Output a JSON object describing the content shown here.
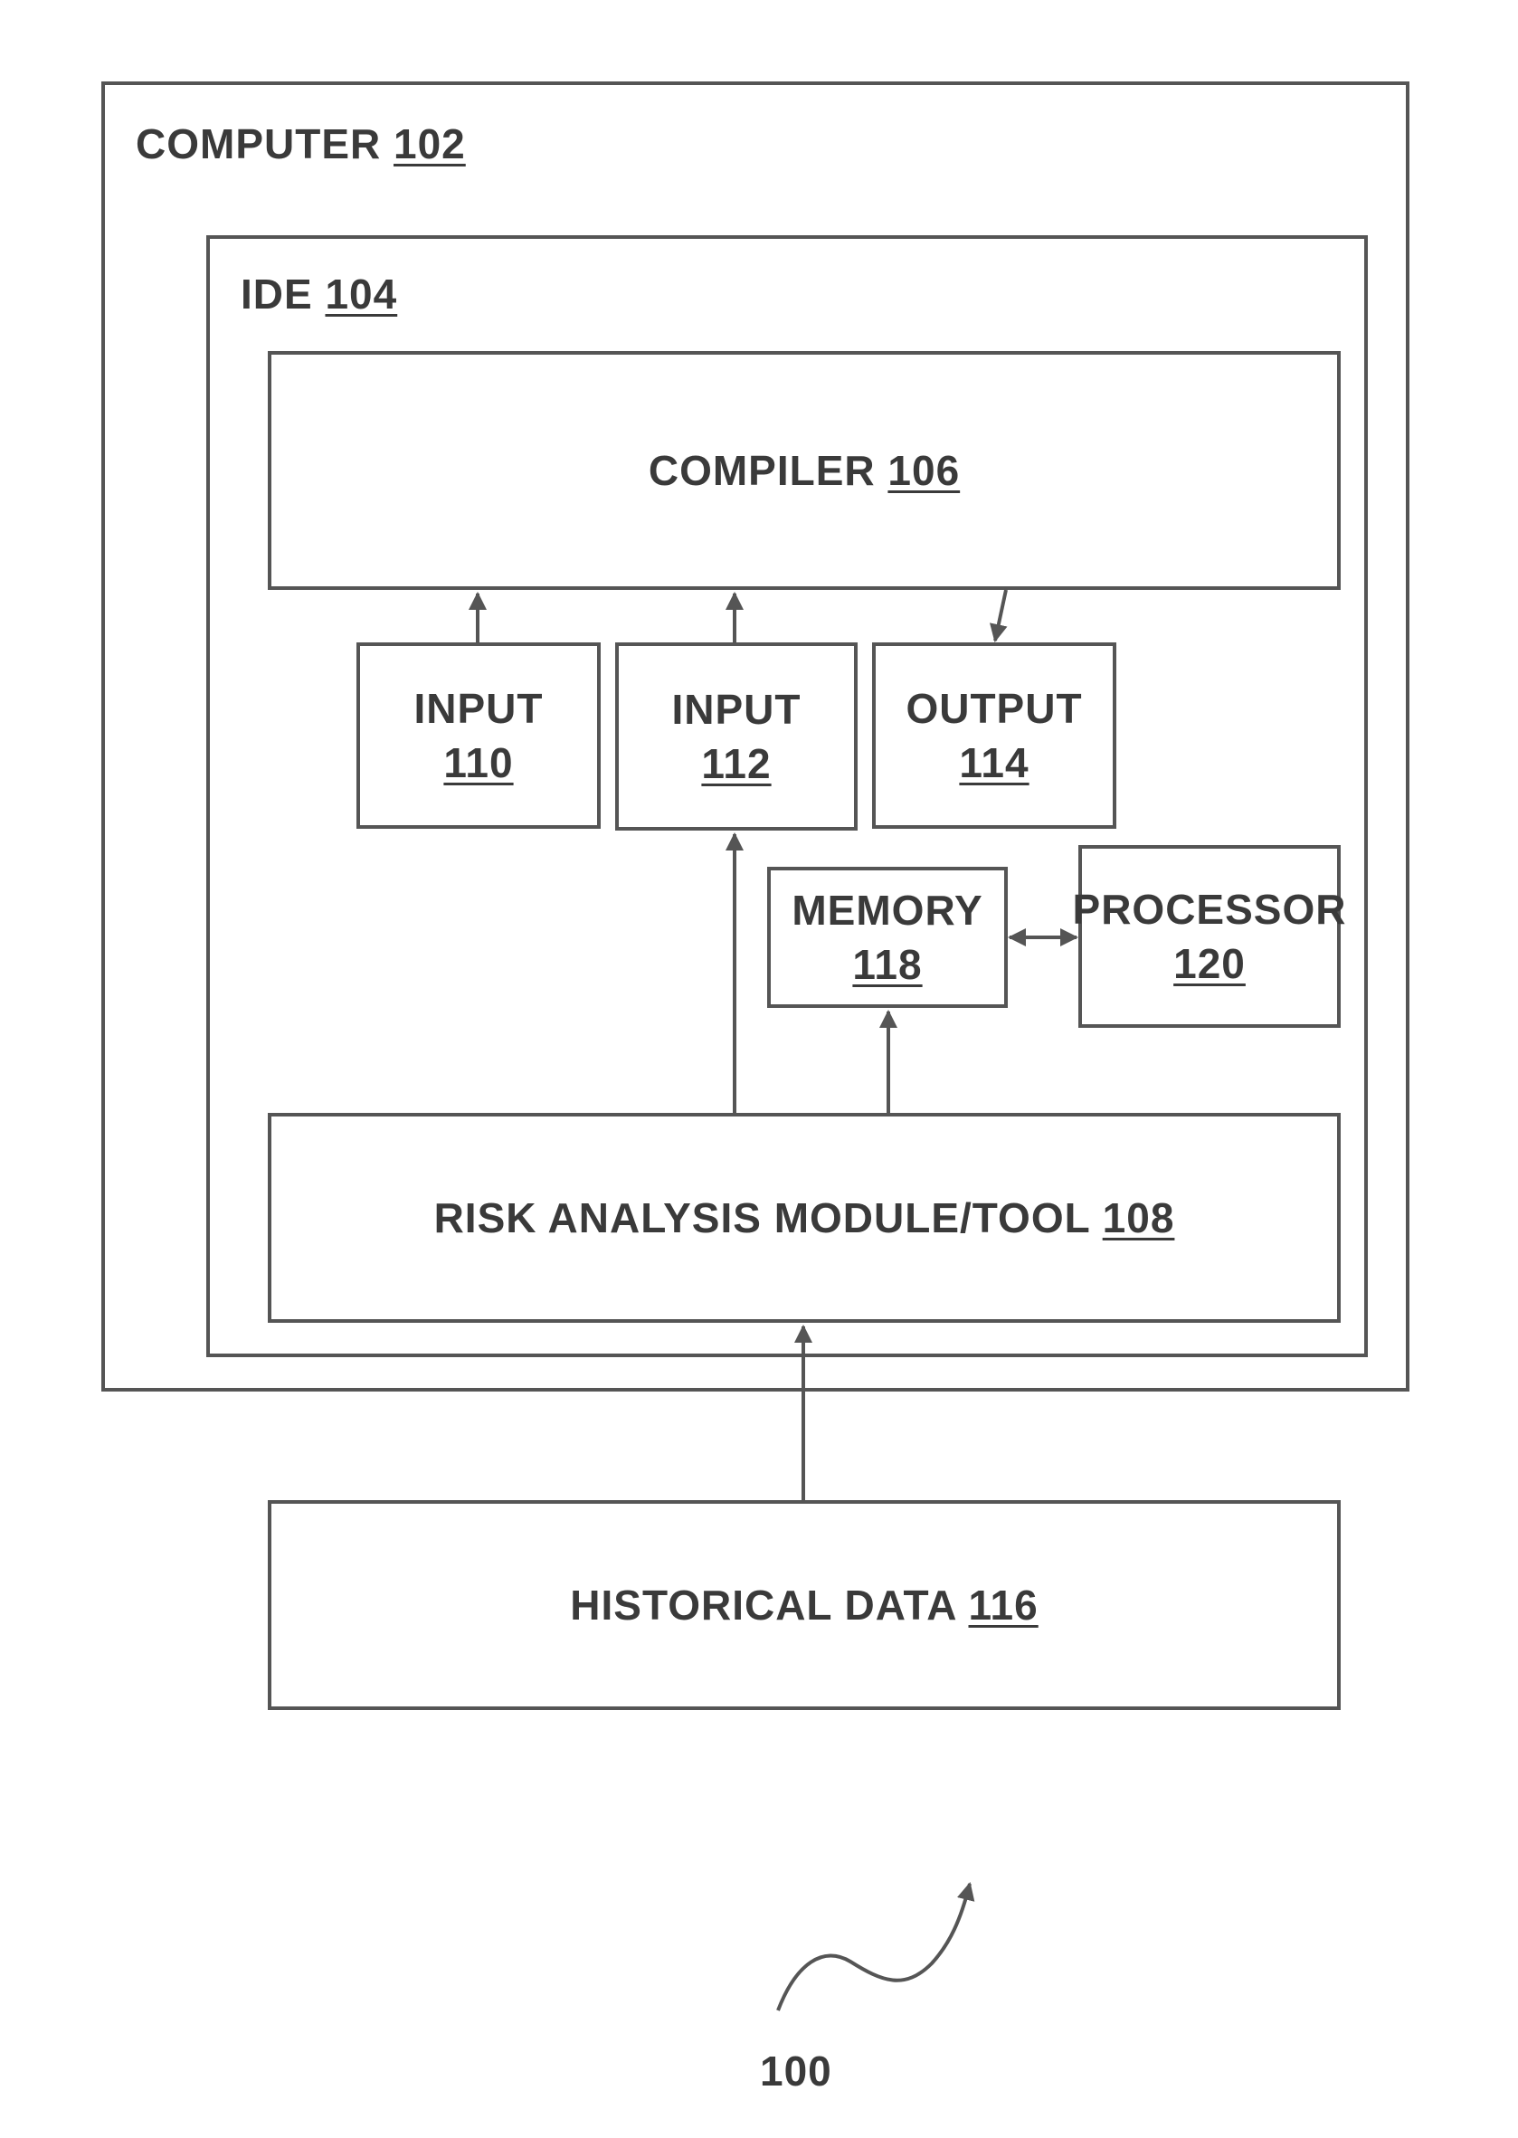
{
  "computer": {
    "label": "COMPUTER",
    "ref": "102"
  },
  "ide": {
    "label": "IDE",
    "ref": "104"
  },
  "compiler": {
    "label": "COMPILER",
    "ref": "106"
  },
  "input_110": {
    "label": "INPUT",
    "ref": "110"
  },
  "input_112": {
    "label": "INPUT",
    "ref": "112"
  },
  "output_114": {
    "label": "OUTPUT",
    "ref": "114"
  },
  "memory": {
    "label": "MEMORY",
    "ref": "118"
  },
  "processor": {
    "label": "PROCESSOR",
    "ref": "120"
  },
  "risk_tool": {
    "label": "RISK ANALYSIS MODULE/TOOL",
    "ref": "108"
  },
  "historical_data": {
    "label": "HISTORICAL DATA",
    "ref": "116"
  },
  "figure": {
    "ref": "100"
  }
}
